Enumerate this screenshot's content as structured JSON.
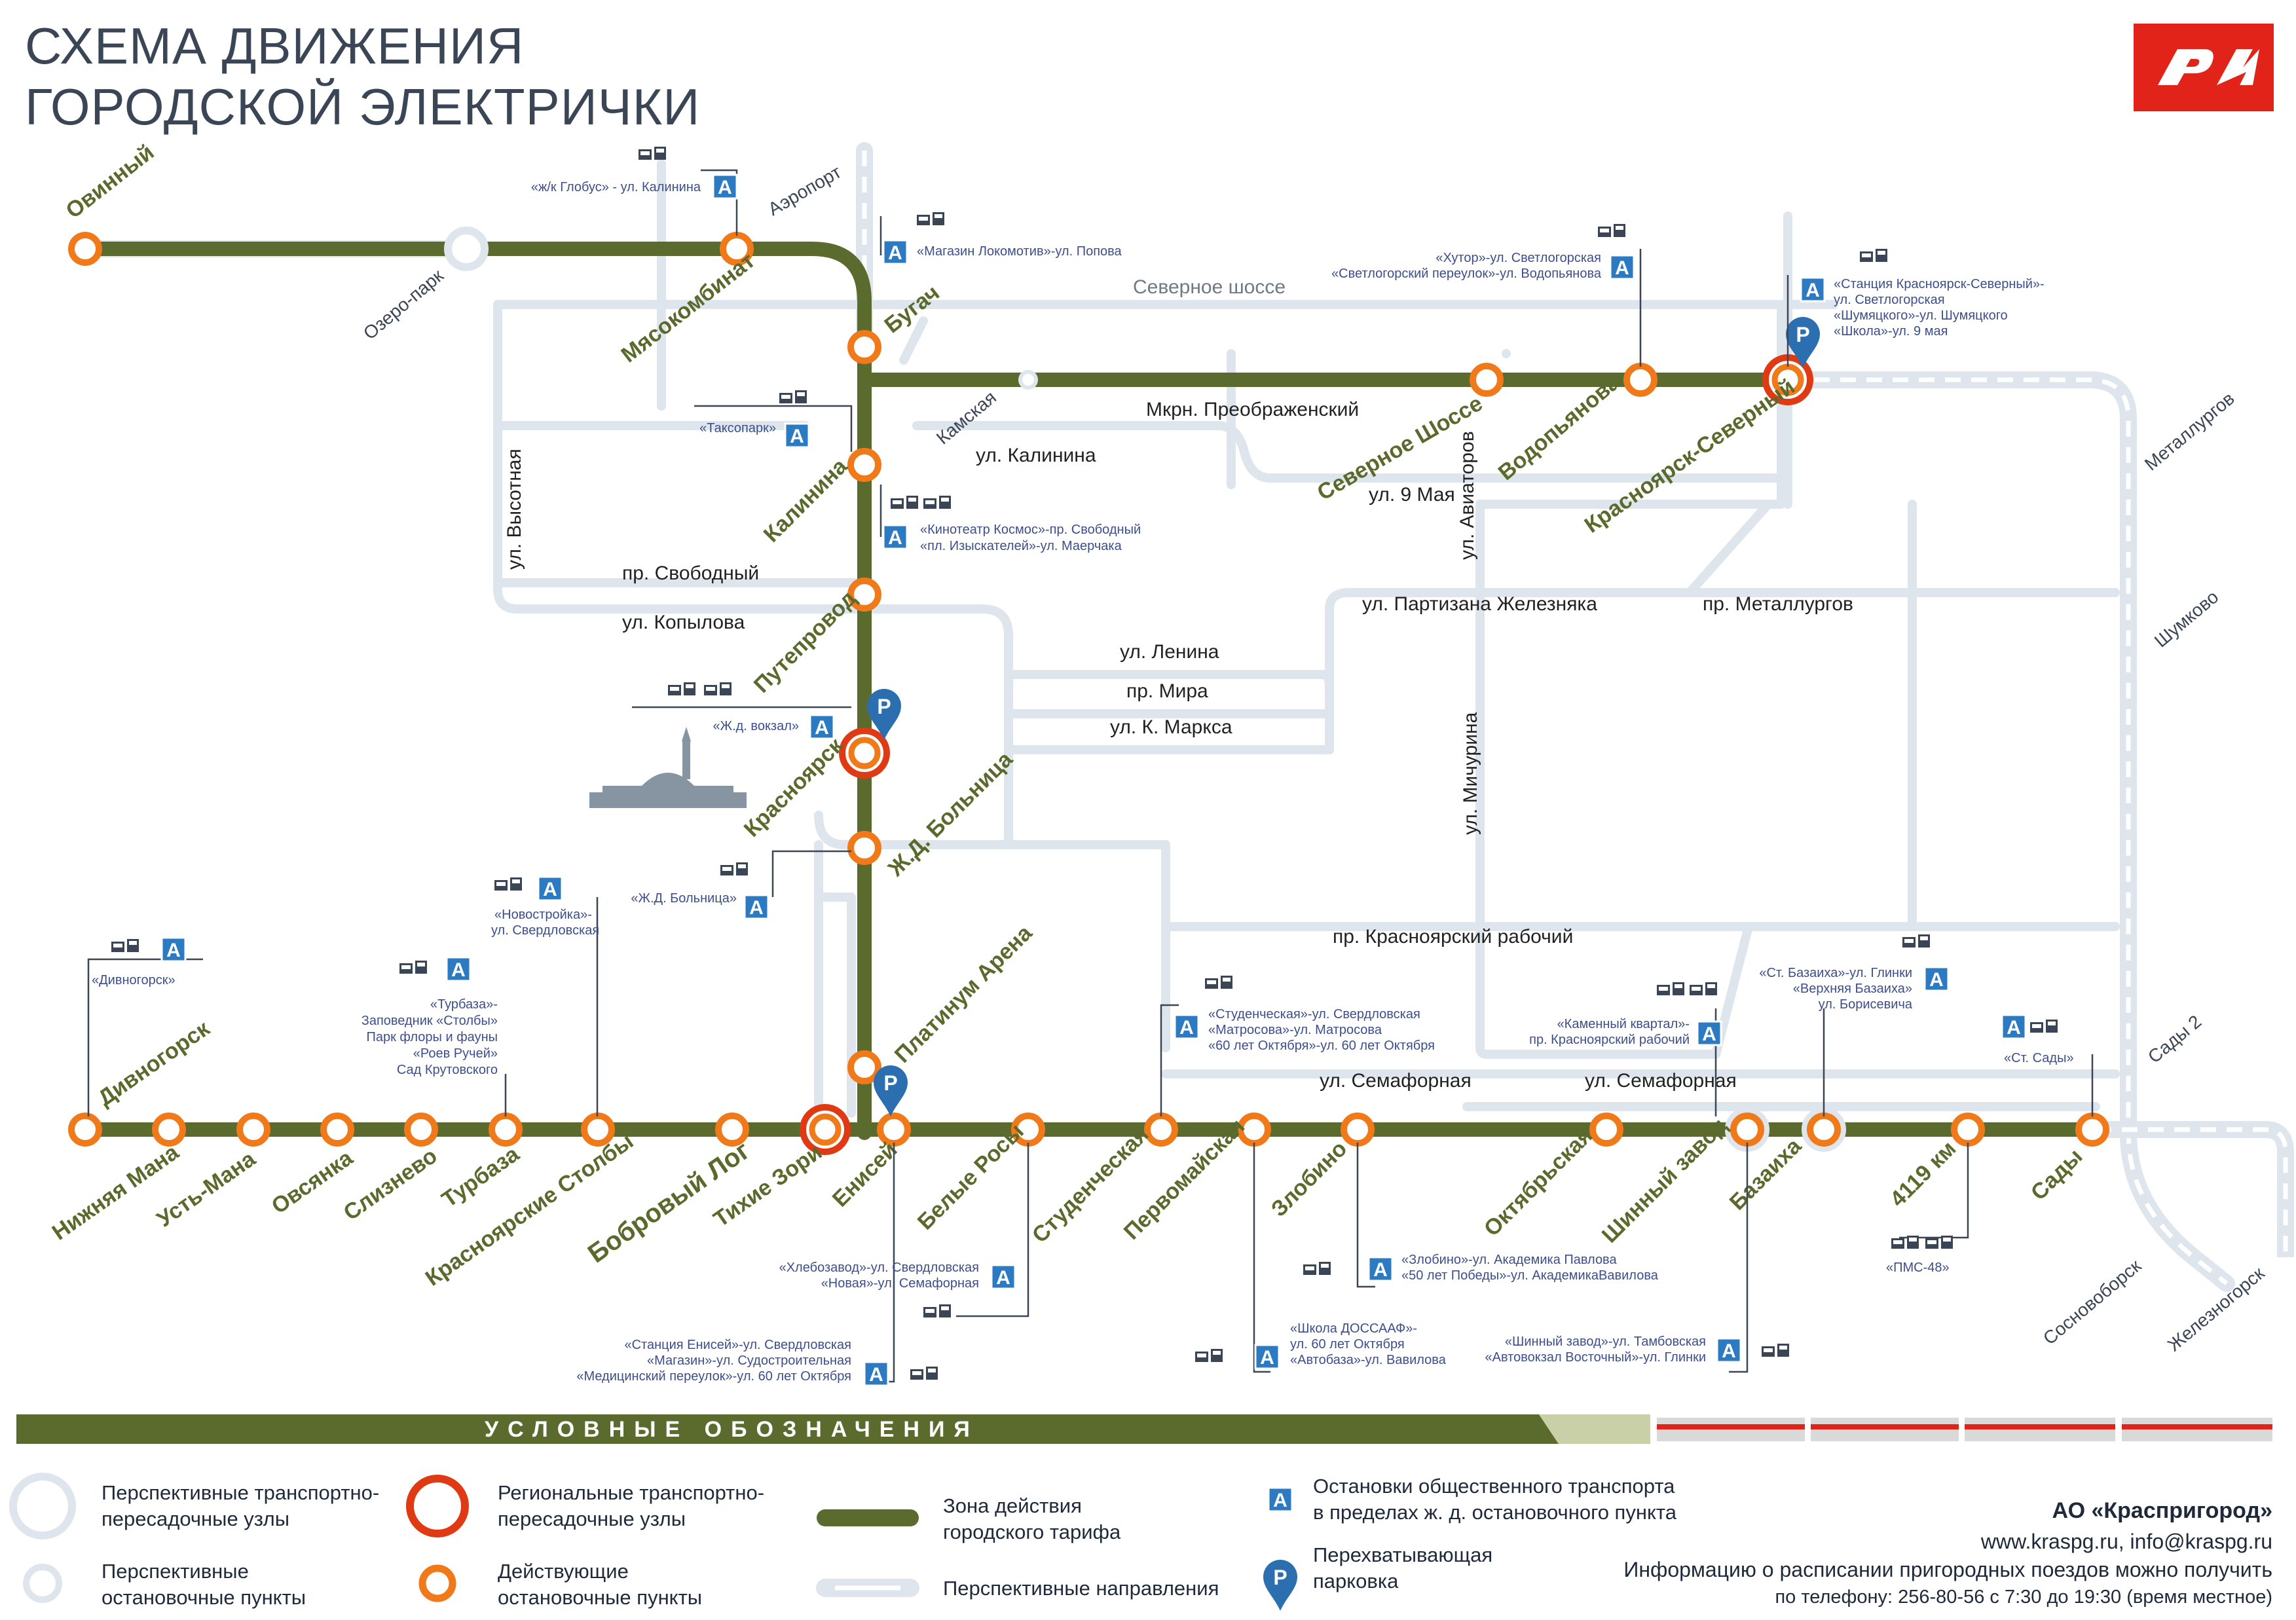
{
  "title": {
    "line1": "СХЕМА ДВИЖЕНИЯ",
    "line2": "ГОРОДСКОЙ ЭЛЕКТРИЧКИ"
  },
  "logo": {
    "text": "РЖД",
    "color": "#e2231a"
  },
  "colors": {
    "tariff_line": "#5b6b2e",
    "perspective": "#dfe5ec",
    "station": "#f07a1a",
    "regional": "#e03a14",
    "street": "#dfe5ec",
    "bus_stop": "#2c7bc2",
    "parking": "#2c6fb0"
  },
  "stations": {
    "ovinny": "Овинный",
    "myasokombinat": "Мясокомбинат",
    "bugach": "Бугач",
    "kalinina": "Калинина",
    "puteprovod": "Путепровод",
    "krasnoyarsk": "Красноярск",
    "zhd_bolnitsa": "Ж.Д. Больница",
    "platinum_arena": "Платинум Арена",
    "severnoe_shosse": "Северное Шоссе",
    "vodopyanova": "Водопьянова",
    "krasnoyarsk_severny": "Красноярск-Северный",
    "nizhnyaya_mana": "Нижняя Мана",
    "ust_mana": "Усть-Мана",
    "ovsyanka": "Овсянка",
    "sliznevo": "Слизнево",
    "turbaza": "Турбаза",
    "krasnoyarskie_stolby": "Красноярские Столбы",
    "bobrovy_log": "Бобровый Лог",
    "tikhie_zori": "Тихие Зори",
    "enisey": "Енисей",
    "belye_rosy": "Белые Росы",
    "studencheskaya": "Студенческая",
    "pervomayskaya": "Первомайская",
    "zlobino": "Злобино",
    "oktyabrskaya": "Октябрьская",
    "shinny_zavod": "Шинный завод",
    "bazaikha": "Базаиха",
    "km4119": "4119 км",
    "sady": "Сады",
    "divnogorsk": "Дивногорск"
  },
  "perspective_points": {
    "ozero_park": "Озеро-парк",
    "aeroport": "Аэропорт",
    "kamskaya": "Камская",
    "metallurgov": "Металлургов",
    "shumkovo": "Шумково",
    "sady2": "Сады 2",
    "sosnovoborsk": "Сосновоборск",
    "zheleznogorsk": "Железногорск"
  },
  "streets": {
    "severnoe_shosse": "Северное шоссе",
    "mkrn_preobrazhensky": "Мкрн. Преображенский",
    "ul_kalinina": "ул. Калинина",
    "ul_vysotnaya": "ул. Высотная",
    "pr_svobodny": "пр. Свободный",
    "ul_kopylova": "ул. Копылова",
    "ul_9_maya": "ул. 9 Мая",
    "ul_aviatorov": "ул. Авиаторов",
    "ul_partizana": "ул. Партизана  Железняка",
    "pr_metallurgov": "пр. Металлургов",
    "ul_lenina": "ул. Ленина",
    "pr_mira": "пр. Мира",
    "ul_k_marksa": "ул. К. Маркса",
    "ul_michurina": "ул. Мичурина",
    "pr_krasnoyarsky_rabochy": "пр. Красноярский  рабочий",
    "ul_semafornaya1": "ул. Семафорная",
    "ul_semafornaya2": "ул. Семафорная"
  },
  "bus_stops": {
    "globus": [
      "«ж/к Глобус» - ул. Калинина"
    ],
    "lokomotiv": [
      "«Магазин Локомотив»-ул. Попова"
    ],
    "taksopark": [
      "«Таксопарк»"
    ],
    "kosmos": [
      "«Кинотеатр Космос»-пр. Свободный",
      "«пл. Изыскателей»-ул. Маерчака"
    ],
    "vokzal": [
      "«Ж.д. вокзал»"
    ],
    "bolnitsa": [
      "«Ж.Д. Больница»"
    ],
    "khutor": [
      "«Хутор»-ул. Светлогорская",
      "«Светлогорский переулок»-ул. Водопьянова"
    ],
    "severny": [
      "«Станция Красноярск-Северный»-",
      "ул. Светлогорская",
      "«Шумяцкого»-ул. Шумяцкого",
      "«Школа»-ул. 9 мая"
    ],
    "novostroyka": [
      "«Новостройка»-",
      "ул. Свердловская"
    ],
    "divnogorsk": [
      "«Дивногорск»"
    ],
    "turbaza": [
      "«Турбаза»-",
      "Заповедник «Столбы»",
      "Парк флоры и фауны",
      "«Роев Ручей»",
      "Сад Крутовского"
    ],
    "studencheskaya": [
      "«Студенческая»-ул. Свердловская",
      "«Матросова»-ул. Матросова",
      "«60 лет Октября»-ул. 60 лет Октября"
    ],
    "kamenny": [
      "«Каменный квартал»-",
      "пр. Красноярский рабочий"
    ],
    "bazaikha": [
      "«Ст. Базаиха»-ул. Глинки",
      "«Верхняя Базаиха»",
      "ул. Борисевича"
    ],
    "sady": [
      "«Ст. Сады»"
    ],
    "khlebozavod": [
      "«Хлебозавод»-ул. Свердловская",
      "«Новая»-ул. Семафорная"
    ],
    "enisey": [
      "«Станция Енисей»-ул. Свердловская",
      "«Магазин»-ул. Судостроительная",
      "«Медицинский переулок»-ул. 60 лет Октября"
    ],
    "zlobino": [
      "«Злобино»-ул. Академика Павлова",
      "«50 лет Победы»-ул. АкадемикаВавилова"
    ],
    "dosaaf": [
      "«Школа ДОССААФ»-",
      "ул. 60 лет Октября",
      "«Автобаза»-ул. Вавилова"
    ],
    "shinny": [
      "«Шинный завод»-ул. Тамбовская",
      "«Автовокзал Восточный»-ул. Глинки"
    ],
    "pms48": [
      "«ПМС-48»"
    ]
  },
  "legend": {
    "header": "УСЛОВНЫЕ  ОБОЗНАЧЕНИЯ",
    "perspective_hubs": [
      "Перспективные транспортно-",
      "пересадочные узлы"
    ],
    "perspective_points": [
      "Перспективные",
      "остановочные пункты"
    ],
    "regional_hubs": [
      "Региональные транспортно-",
      "пересадочные узлы"
    ],
    "active_points": [
      "Действующие",
      "остановочные пункты"
    ],
    "tariff_zone": [
      "Зона действия",
      "городского тарифа"
    ],
    "perspective_dirs": [
      "Перспективные направления"
    ],
    "bus_stops": [
      "Остановки общественного транспорта",
      "в пределах ж. д. остановочного пункта"
    ],
    "parking": [
      "Перехватывающая",
      "парковка"
    ]
  },
  "company": {
    "name": "АО «Краспригород»",
    "contacts": "www.kraspg.ru, info@kraspg.ru",
    "info1": "Информацию о расписании пригородных поездов можно получить",
    "info2": "по телефону: 256-80-56 с 7:30 до 19:30 (время местное)"
  }
}
